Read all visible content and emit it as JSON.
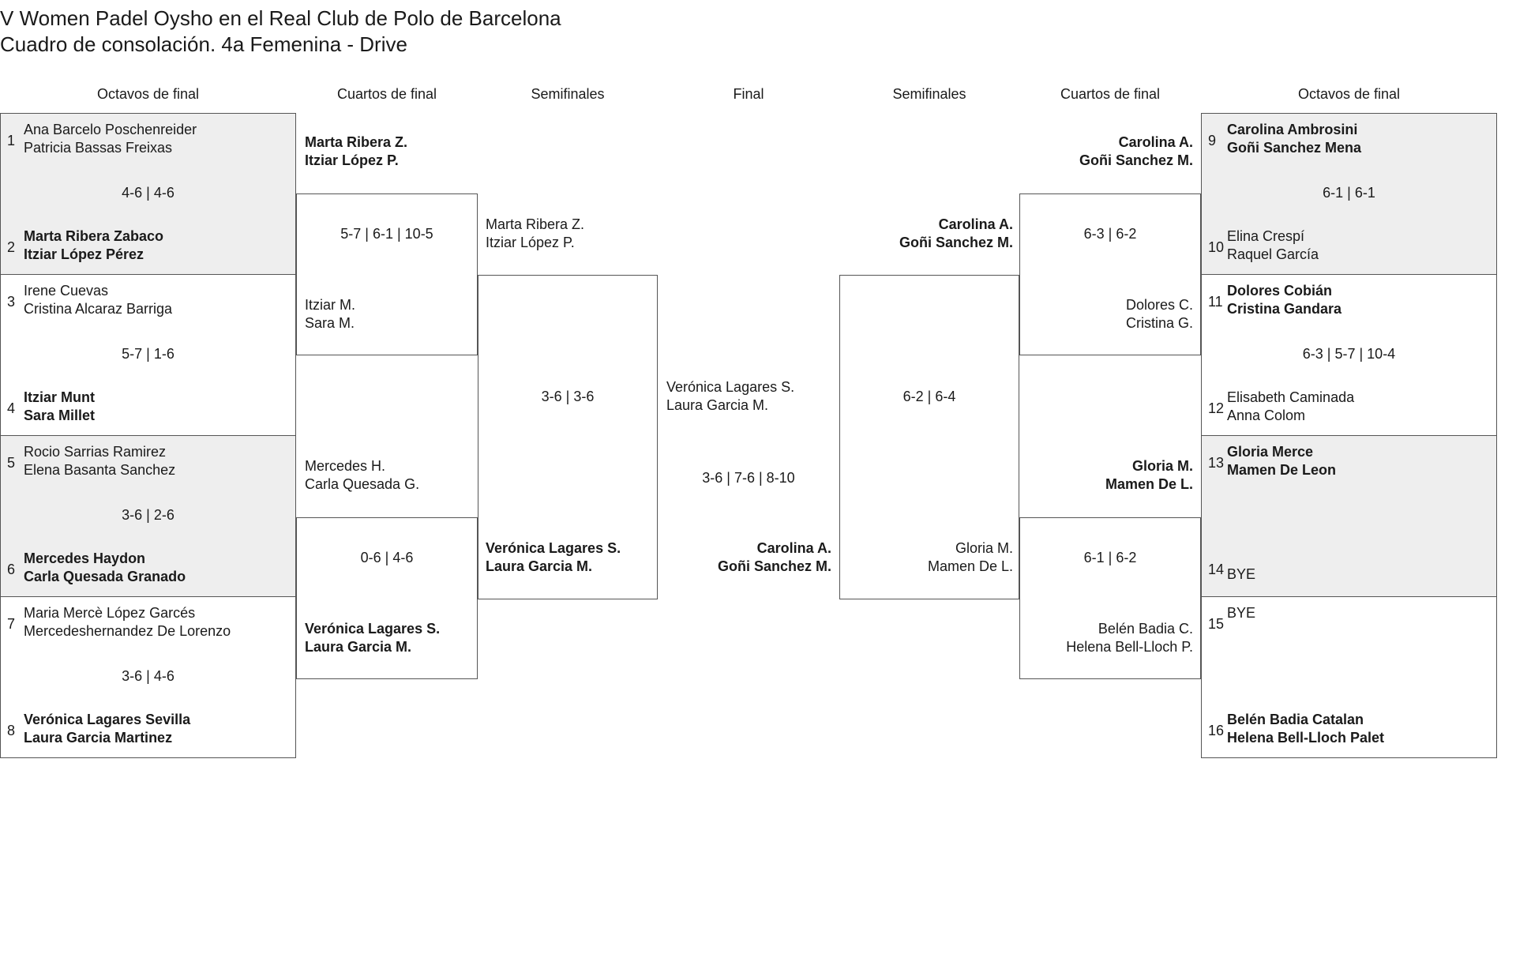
{
  "title": "V Women Padel Oysho en el Real Club de Polo de Barcelona",
  "subtitle": "Cuadro de consolación. 4a Femenina - Drive",
  "rounds": {
    "l_r16": "Octavos de final",
    "l_qf": "Cuartos de final",
    "l_sf": "Semifinales",
    "final": "Final",
    "r_sf": "Semifinales",
    "r_qf": "Cuartos de final",
    "r_r16": "Octavos de final"
  },
  "seeds": [
    "1",
    "2",
    "3",
    "4",
    "5",
    "6",
    "7",
    "8",
    "9",
    "10",
    "11",
    "12",
    "13",
    "14",
    "15",
    "16"
  ],
  "r16": [
    {
      "p1": [
        "Ana Barcelo Poschenreider",
        "Patricia Bassas Freixas"
      ],
      "p2": [
        "Marta Ribera Zabaco",
        "Itziar López Pérez"
      ],
      "score": "4-6 | 4-6",
      "winner": 2
    },
    {
      "p1": [
        "Irene Cuevas",
        "Cristina Alcaraz Barriga"
      ],
      "p2": [
        "Itziar Munt",
        "Sara Millet"
      ],
      "score": "5-7 | 1-6",
      "winner": 2
    },
    {
      "p1": [
        "Rocio Sarrias Ramirez",
        "Elena Basanta Sanchez"
      ],
      "p2": [
        "Mercedes Haydon",
        "Carla Quesada Granado"
      ],
      "score": "3-6 | 2-6",
      "winner": 2
    },
    {
      "p1": [
        "Maria Mercè López Garcés",
        "Mercedeshernandez De Lorenzo"
      ],
      "p2": [
        "Verónica Lagares Sevilla",
        "Laura Garcia Martinez"
      ],
      "score": "3-6 | 4-6",
      "winner": 2
    },
    {
      "p1": [
        "Carolina Ambrosini",
        "Goñi Sanchez Mena"
      ],
      "p2": [
        "Elina Crespí",
        "Raquel García"
      ],
      "score": "6-1 | 6-1",
      "winner": 1
    },
    {
      "p1": [
        "Dolores Cobián",
        "Cristina Gandara"
      ],
      "p2": [
        "Elisabeth Caminada",
        "Anna Colom"
      ],
      "score": "6-3 | 5-7 | 10-4",
      "winner": 1
    },
    {
      "p1": [
        "Gloria Merce",
        "Mamen De Leon"
      ],
      "p2": [
        "BYE"
      ],
      "score": "",
      "winner": 1
    },
    {
      "p1": [
        "BYE"
      ],
      "p2": [
        "Belén Badia Catalan",
        "Helena Bell-Lloch Palet"
      ],
      "score": "",
      "winner": 2
    }
  ],
  "qf": [
    {
      "p1": [
        "Marta Ribera Z.",
        "Itziar López P."
      ],
      "p2": [
        "Itziar M.",
        "Sara M."
      ],
      "score": "5-7 | 6-1 | 10-5",
      "winner": 1
    },
    {
      "p1": [
        "Mercedes H.",
        "Carla Quesada G."
      ],
      "p2": [
        "Verónica Lagares S.",
        "Laura Garcia M."
      ],
      "score": "0-6 | 4-6",
      "winner": 2
    },
    {
      "p1": [
        "Carolina A.",
        "Goñi Sanchez M."
      ],
      "p2": [
        "Dolores C.",
        "Cristina G."
      ],
      "score": "6-3 | 6-2",
      "winner": 1
    },
    {
      "p1": [
        "Gloria M.",
        "Mamen De L."
      ],
      "p2": [
        "Belén Badia C.",
        "Helena Bell-Lloch P."
      ],
      "score": "6-1 | 6-2",
      "winner": 1
    }
  ],
  "sf": [
    {
      "p1": [
        "Marta Ribera Z.",
        "Itziar López P."
      ],
      "p2": [
        "Verónica Lagares S.",
        "Laura Garcia M."
      ],
      "score": "3-6 | 3-6",
      "winner": 2
    },
    {
      "p1": [
        "Carolina A.",
        "Goñi Sanchez M."
      ],
      "p2": [
        "Gloria M.",
        "Mamen De L."
      ],
      "score": "6-2 | 6-4",
      "winner": 1
    }
  ],
  "final": {
    "p1": [
      "Verónica Lagares S.",
      "Laura Garcia M."
    ],
    "p2": [
      "Carolina A.",
      "Goñi Sanchez M."
    ],
    "score": "3-6 | 7-6 | 8-10",
    "winner": 2
  }
}
